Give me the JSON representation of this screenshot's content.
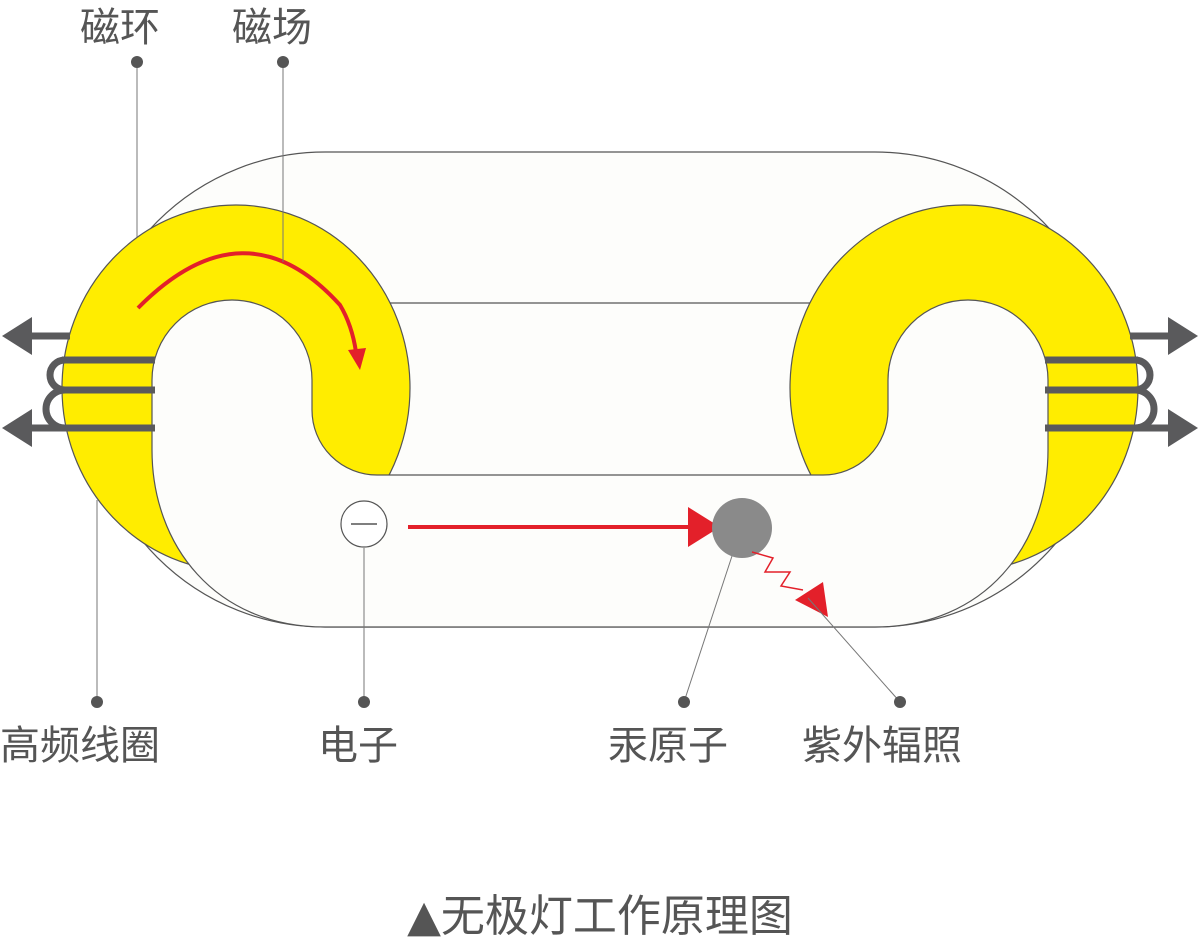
{
  "labels": {
    "magnetic_ring": "磁环",
    "magnetic_field": "磁场",
    "hf_coil": "高频线圈",
    "electron": "电子",
    "mercury_atom": "汞原子",
    "uv_radiation": "紫外辐照"
  },
  "title": "▲无极灯工作原理图",
  "colors": {
    "ring": "#ffed00",
    "arrow": "#e3202a",
    "coil": "#5a5a5c",
    "atom": "#8a8a8a",
    "text": "#555555"
  }
}
